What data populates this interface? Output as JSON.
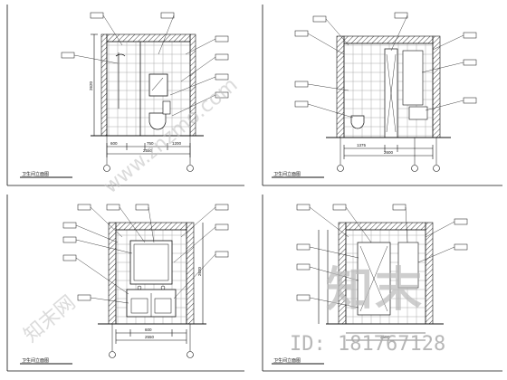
{
  "panels": [
    {
      "id": "elevation-a",
      "title": "卫生间立面图"
    },
    {
      "id": "elevation-b",
      "title": "卫生间立面图"
    },
    {
      "id": "elevation-c",
      "title": "卫生间立面图"
    },
    {
      "id": "elevation-d",
      "title": "卫生间立面图"
    }
  ],
  "dims": {
    "a_total": "2550",
    "a_left": "600",
    "a_mid": "750",
    "a_right": "1200",
    "b_total": "2600",
    "b_left": "1375",
    "c_total": "2550",
    "c_mid": "600",
    "d_total": "3600",
    "a_height": "2620",
    "c_height": "2620"
  },
  "watermark": {
    "url": "www.znzmo.com",
    "cn": "知末网",
    "logo": "知末",
    "id": "ID: 181767128"
  },
  "colors": {
    "line": "#111111",
    "hatch": "#444444",
    "bg": "#ffffff"
  }
}
